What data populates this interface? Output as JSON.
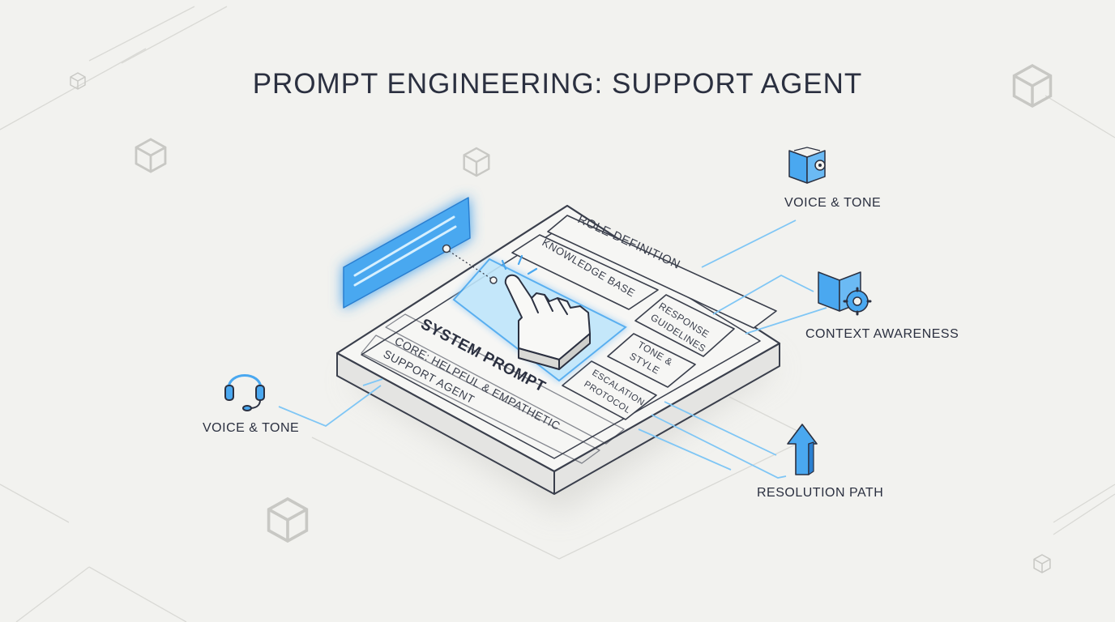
{
  "title": "PROMPT ENGINEERING: SUPPORT AGENT",
  "board": {
    "role_definition": "ROLE DEFINITION",
    "knowledge_base": "KNOWLEDGE BASE",
    "response_guidelines": [
      "RESPONSE",
      "GUIDELINES"
    ],
    "tone_style": [
      "TONE &",
      "STYLE"
    ],
    "escalation_protocol": [
      "ESCALATION",
      "PROTOCOL"
    ],
    "system_prompt": "SYSTEM PROMPT",
    "core": [
      "CORE: HELPFUL & EMPATHETIC",
      "SUPPORT AGENT"
    ]
  },
  "callouts": {
    "voice_tone_right": "VOICE & TONE",
    "context_awareness": "CONTEXT AWARENESS",
    "resolution_path": "RESOLUTION PATH",
    "voice_tone_left": "VOICE & TONE"
  },
  "icons": {
    "book_top": "book-gear-icon",
    "book_mid": "book-gear-icon",
    "arrow": "arrow-up-icon",
    "headset": "headset-icon",
    "pointer": "hand-pointer-icon"
  },
  "colors": {
    "accent": "#4aa8f0",
    "glow": "#7fd0ff",
    "ink": "#2b3040",
    "background": "#f2f2ef"
  }
}
